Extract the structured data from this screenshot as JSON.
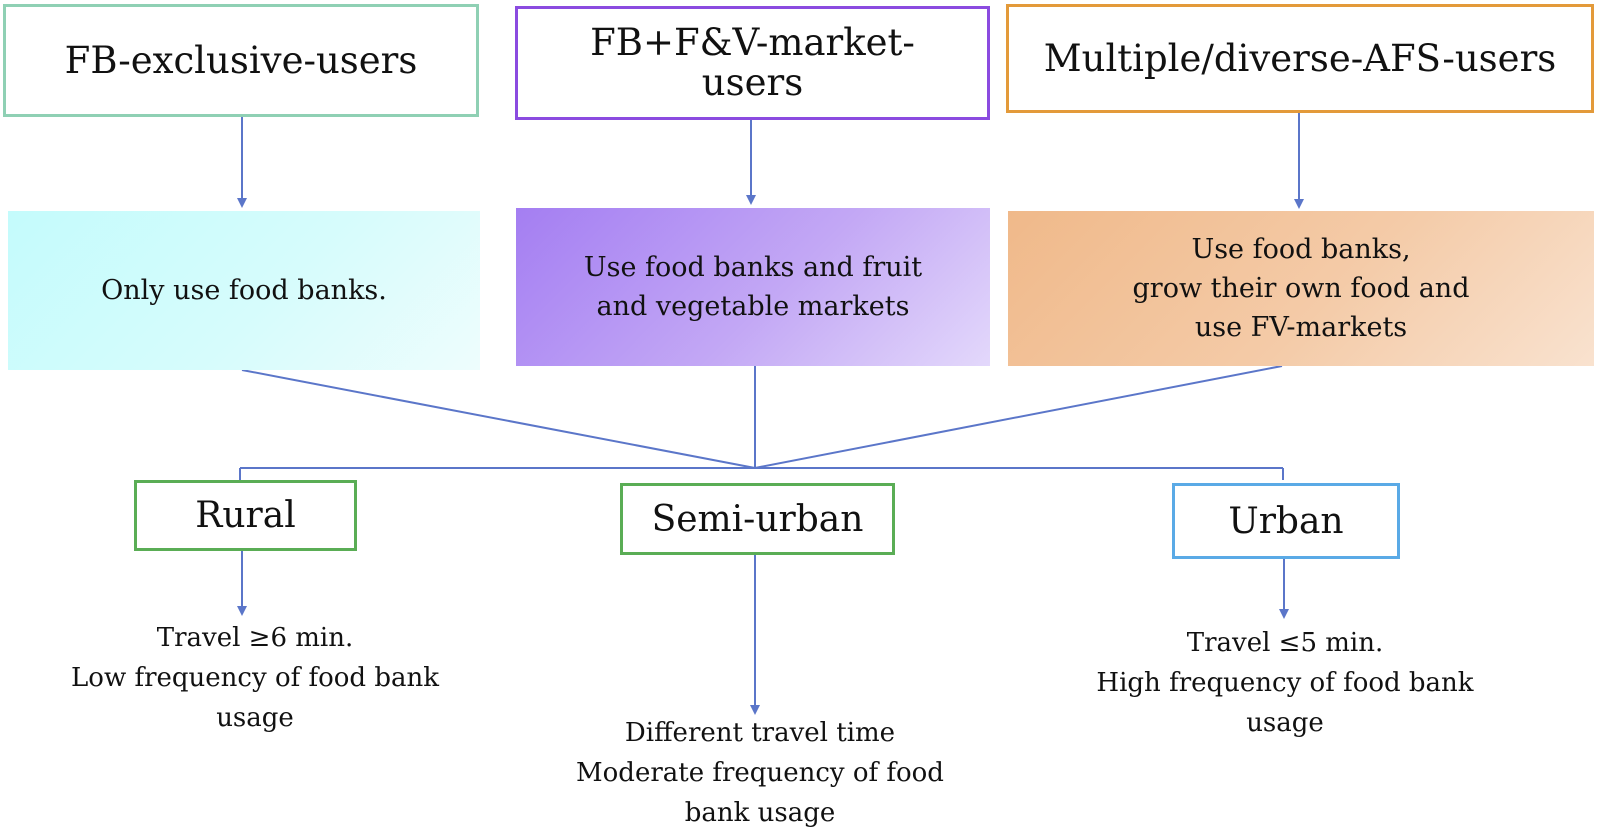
{
  "colors": {
    "teal": "#8fd0b4",
    "purple": "#8b4be0",
    "orange": "#e39a3a",
    "green": "#5aad55",
    "blue": "#5aaae6",
    "connector": "#5b76c9"
  },
  "user_groups": [
    {
      "title": "FB-exclusive-users",
      "description": "Only use food banks."
    },
    {
      "title_lines": [
        "FB+F&V-market-",
        "users"
      ],
      "description_lines": [
        "Use food banks and fruit",
        "and vegetable markets"
      ]
    },
    {
      "title": "Multiple/diverse-AFS-users",
      "description_lines": [
        "Use food banks,",
        "grow their own food and",
        "use FV-markets"
      ]
    }
  ],
  "locations": [
    {
      "label": "Rural",
      "note_lines": [
        "Travel ≥6 min.",
        "Low frequency of food bank",
        "usage"
      ]
    },
    {
      "label": "Semi-urban",
      "note_lines": [
        "Different travel time",
        "Moderate frequency of  food",
        "bank usage"
      ]
    },
    {
      "label": "Urban",
      "note_lines": [
        "Travel ≤5 min.",
        "High frequency of food bank",
        "usage"
      ]
    }
  ]
}
